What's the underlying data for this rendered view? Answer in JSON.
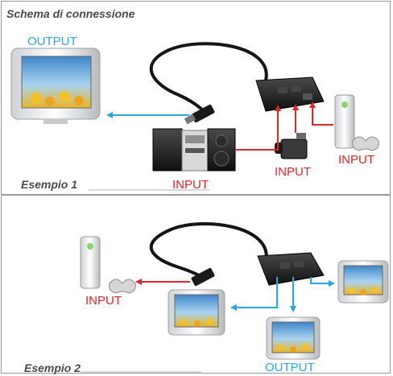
{
  "header": {
    "title": "Schema di connessione"
  },
  "example1": {
    "caption": "Esempio 1",
    "output_label": "OUTPUT",
    "input_stereo": "INPUT",
    "input_camcorder": "INPUT",
    "input_console": "INPUT"
  },
  "example2": {
    "caption": "Esempio 2",
    "input_console": "INPUT",
    "output_label": "OUTPUT"
  },
  "colors": {
    "input_arrow": "#e0262a",
    "output_arrow": "#2aa6e0",
    "caption_text": "#4a4a4a",
    "divider": "#9a9a9a"
  },
  "icons": [
    "tv-icon",
    "hdmi-cable-icon",
    "hdmi-switch-icon",
    "stereo-system-icon",
    "camcorder-icon",
    "game-console-icon"
  ]
}
